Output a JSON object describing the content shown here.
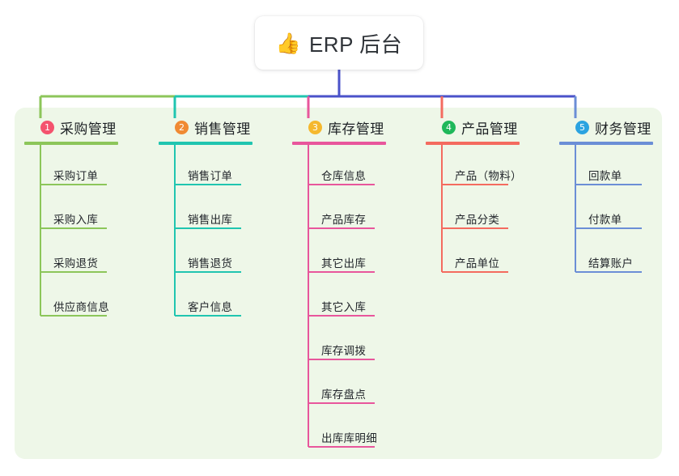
{
  "root": {
    "icon": "thumbs-up-icon",
    "emoji": "👍",
    "title": "ERP 后台"
  },
  "colors": {
    "panel_bg": "#eef7e8",
    "root_text": "#2f3338",
    "branch1_line": "#8cc65a",
    "branch2_line": "#20c5b0",
    "branch3_line": "#e8569c",
    "branch4_line": "#f46b5f",
    "branch5_line": "#6b8ed6",
    "trunk_line": "#4a52c9",
    "badge1": "#f4536e",
    "badge2": "#f08a33",
    "badge3": "#f5b82e",
    "badge4": "#1fb85a",
    "badge5": "#2ba3e0"
  },
  "branches": [
    {
      "number": "1",
      "label": "采购管理",
      "badge_color": "#f4536e",
      "line_color": "#8cc65a",
      "items": [
        {
          "label": "采购订单"
        },
        {
          "label": "采购入库"
        },
        {
          "label": "采购退货"
        },
        {
          "label": "供应商信息"
        }
      ]
    },
    {
      "number": "2",
      "label": "销售管理",
      "badge_color": "#f08a33",
      "line_color": "#20c5b0",
      "items": [
        {
          "label": "销售订单"
        },
        {
          "label": "销售出库"
        },
        {
          "label": "销售退货"
        },
        {
          "label": "客户信息"
        }
      ]
    },
    {
      "number": "3",
      "label": "库存管理",
      "badge_color": "#f5b82e",
      "line_color": "#e8569c",
      "items": [
        {
          "label": "仓库信息"
        },
        {
          "label": "产品库存"
        },
        {
          "label": "其它出库"
        },
        {
          "label": "其它入库"
        },
        {
          "label": "库存调拨"
        },
        {
          "label": "库存盘点"
        },
        {
          "label": "出库库明细"
        }
      ]
    },
    {
      "number": "4",
      "label": "产品管理",
      "badge_color": "#1fb85a",
      "line_color": "#f46b5f",
      "items": [
        {
          "label": "产品（物料）"
        },
        {
          "label": "产品分类"
        },
        {
          "label": "产品单位"
        }
      ]
    },
    {
      "number": "5",
      "label": "财务管理",
      "badge_color": "#2ba3e0",
      "line_color": "#6b8ed6",
      "items": [
        {
          "label": "回款单"
        },
        {
          "label": "付款单"
        },
        {
          "label": "结算账户"
        }
      ]
    }
  ]
}
